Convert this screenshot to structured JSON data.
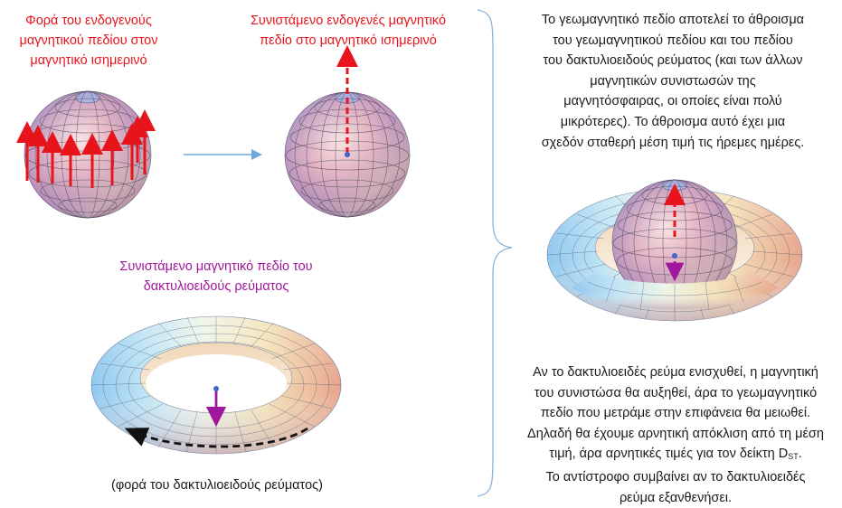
{
  "labels": {
    "endogenous_direction": [
      "Φορά του ενδογενούς",
      "μαγνητικού πεδίου στον",
      "μαγνητικό ισημερινό"
    ],
    "endogenous_resultant": [
      "Συνιστάμενο ενδογενές μαγνητικό",
      "πεδίο  στο μαγνητικό ισημερινό"
    ],
    "ring_resultant": [
      "Συνιστάμενο μαγνητικό πεδίο του",
      "δακτυλιοειδούς ρεύματος"
    ],
    "ring_direction": "(φορά του δακτυλιοειδούς ρεύματος)"
  },
  "explanation_top": [
    "Το γεωμαγνητικό πεδίο αποτελεί το άθροισμα",
    "του γεωμαγνητικού πεδίου και του πεδίου",
    "του δακτυλιοειδούς ρεύματος (και των άλλων",
    "μαγνητικών συνιστωσών της",
    "μαγνητόσφαιρας, οι οποίες είναι πολύ",
    "μικρότερες). Το άθροισμα αυτό έχει μια",
    "σχεδόν σταθερή μέση τιμή τις ήρεμες ημέρες."
  ],
  "explanation_bottom": [
    "Αν το δακτυλιοειδές ρεύμα ενισχυθεί, η μαγνητική",
    "του συνιστώσα θα αυξηθεί, άρα το γεωμαγνητικό",
    "πεδίο που μετράμε στην επιφάνεια θα μειωθεί.",
    "Δηλαδή θα έχουμε αρνητική απόκλιση από τη μέση",
    "τιμή, άρα αρνητικές τιμές για τον δείκτη D",
    "Το αντίστροφο συμβαίνει αν το δακτυλιοειδές",
    "ρεύμα εξανθενήσει."
  ],
  "index_subscript": "ST",
  "index_suffix": ".",
  "colors": {
    "red_text": "#e8141c",
    "purple_text": "#a0169c",
    "field_arrow": "#e8141c",
    "ring_arrow": "#a0169c",
    "flow_arrow": "#6fa8dc"
  }
}
